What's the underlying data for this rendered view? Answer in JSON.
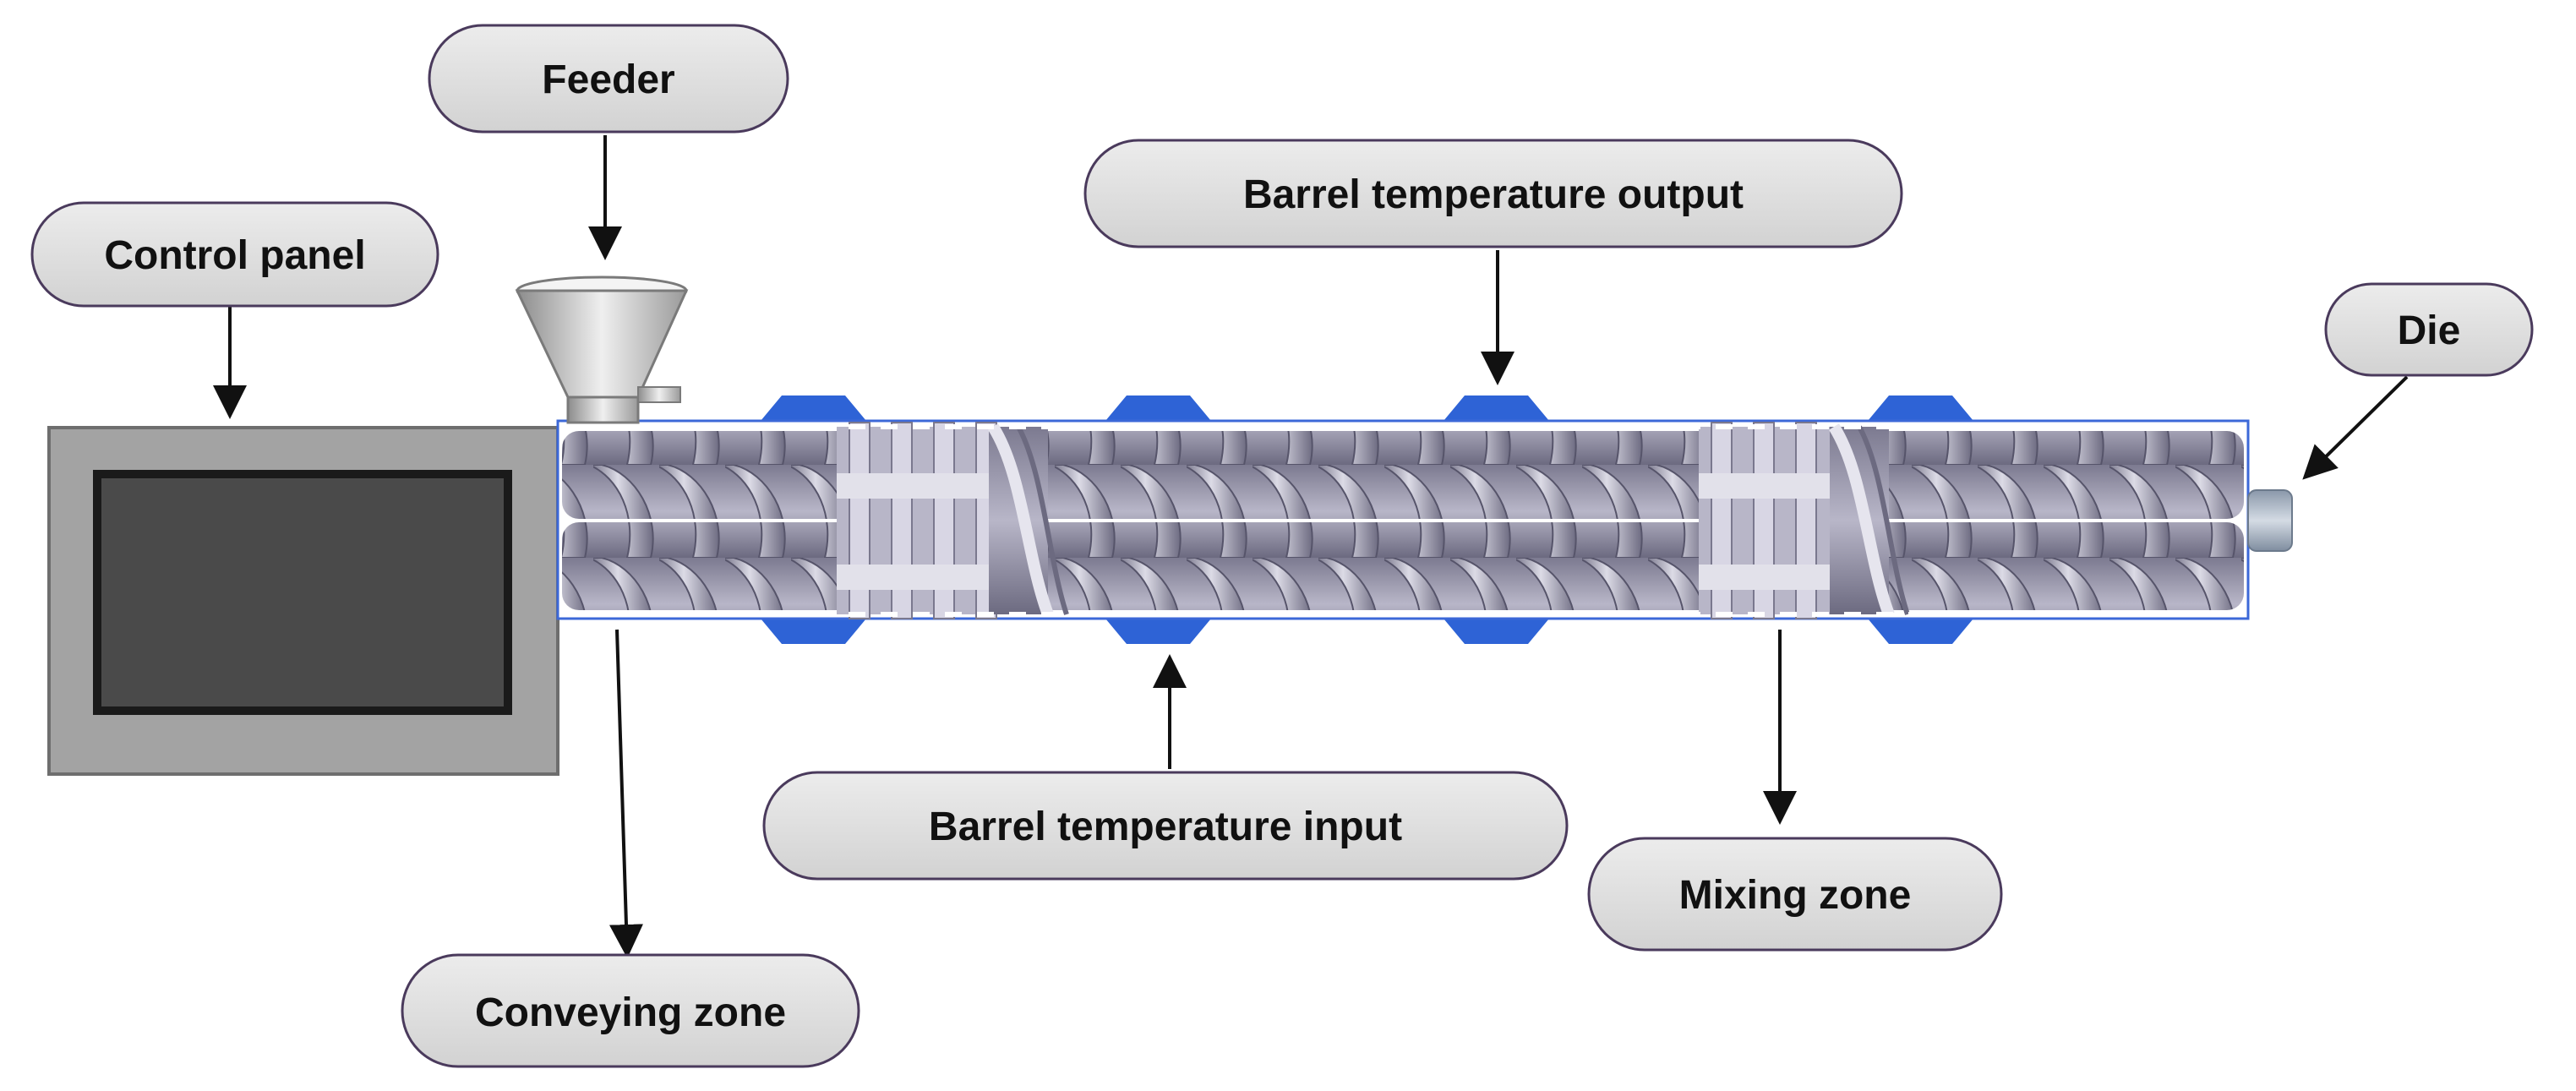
{
  "labels": {
    "control_panel": "Control panel",
    "feeder": "Feeder",
    "barrel_output": "Barrel temperature output",
    "die": "Die",
    "barrel_input": "Barrel temperature input",
    "mixing_zone": "Mixing zone",
    "conveying_zone": "Conveying zone"
  },
  "colors": {
    "pill_fill": "#dcdcdc",
    "pill_border": "#4a3a5c",
    "panel_frame": "#9e9e9e",
    "screen": "#444444",
    "screw": "#9a98ac",
    "heater": "#2e63d6",
    "barrel_outline": "#3c68d8"
  }
}
